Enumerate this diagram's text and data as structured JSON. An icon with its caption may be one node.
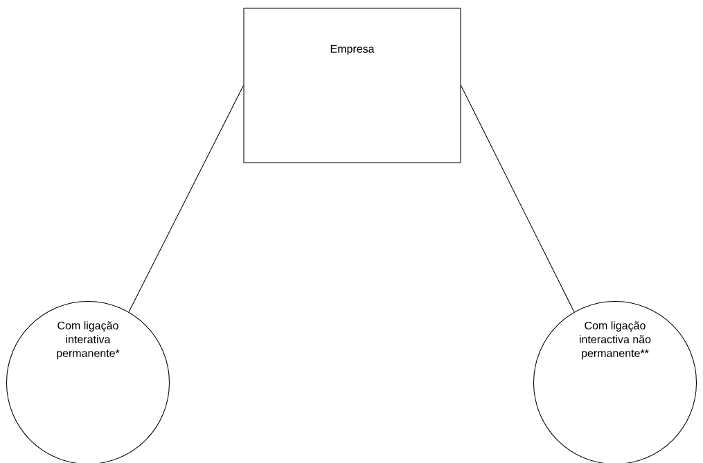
{
  "diagram": {
    "nodes": [
      {
        "text": [
          "Empresa"
        ]
      },
      {
        "text": [
          "Com ligação interativa permanente*"
        ]
      },
      {
        "text": [
          "Com ligação interactiva não permanente**"
        ]
      }
    ],
    "edges": [
      {
        "from": 0,
        "to": 1,
        "arrow": "none"
      },
      {
        "from": 0,
        "to": 2,
        "arrow": "none"
      }
    ]
  }
}
